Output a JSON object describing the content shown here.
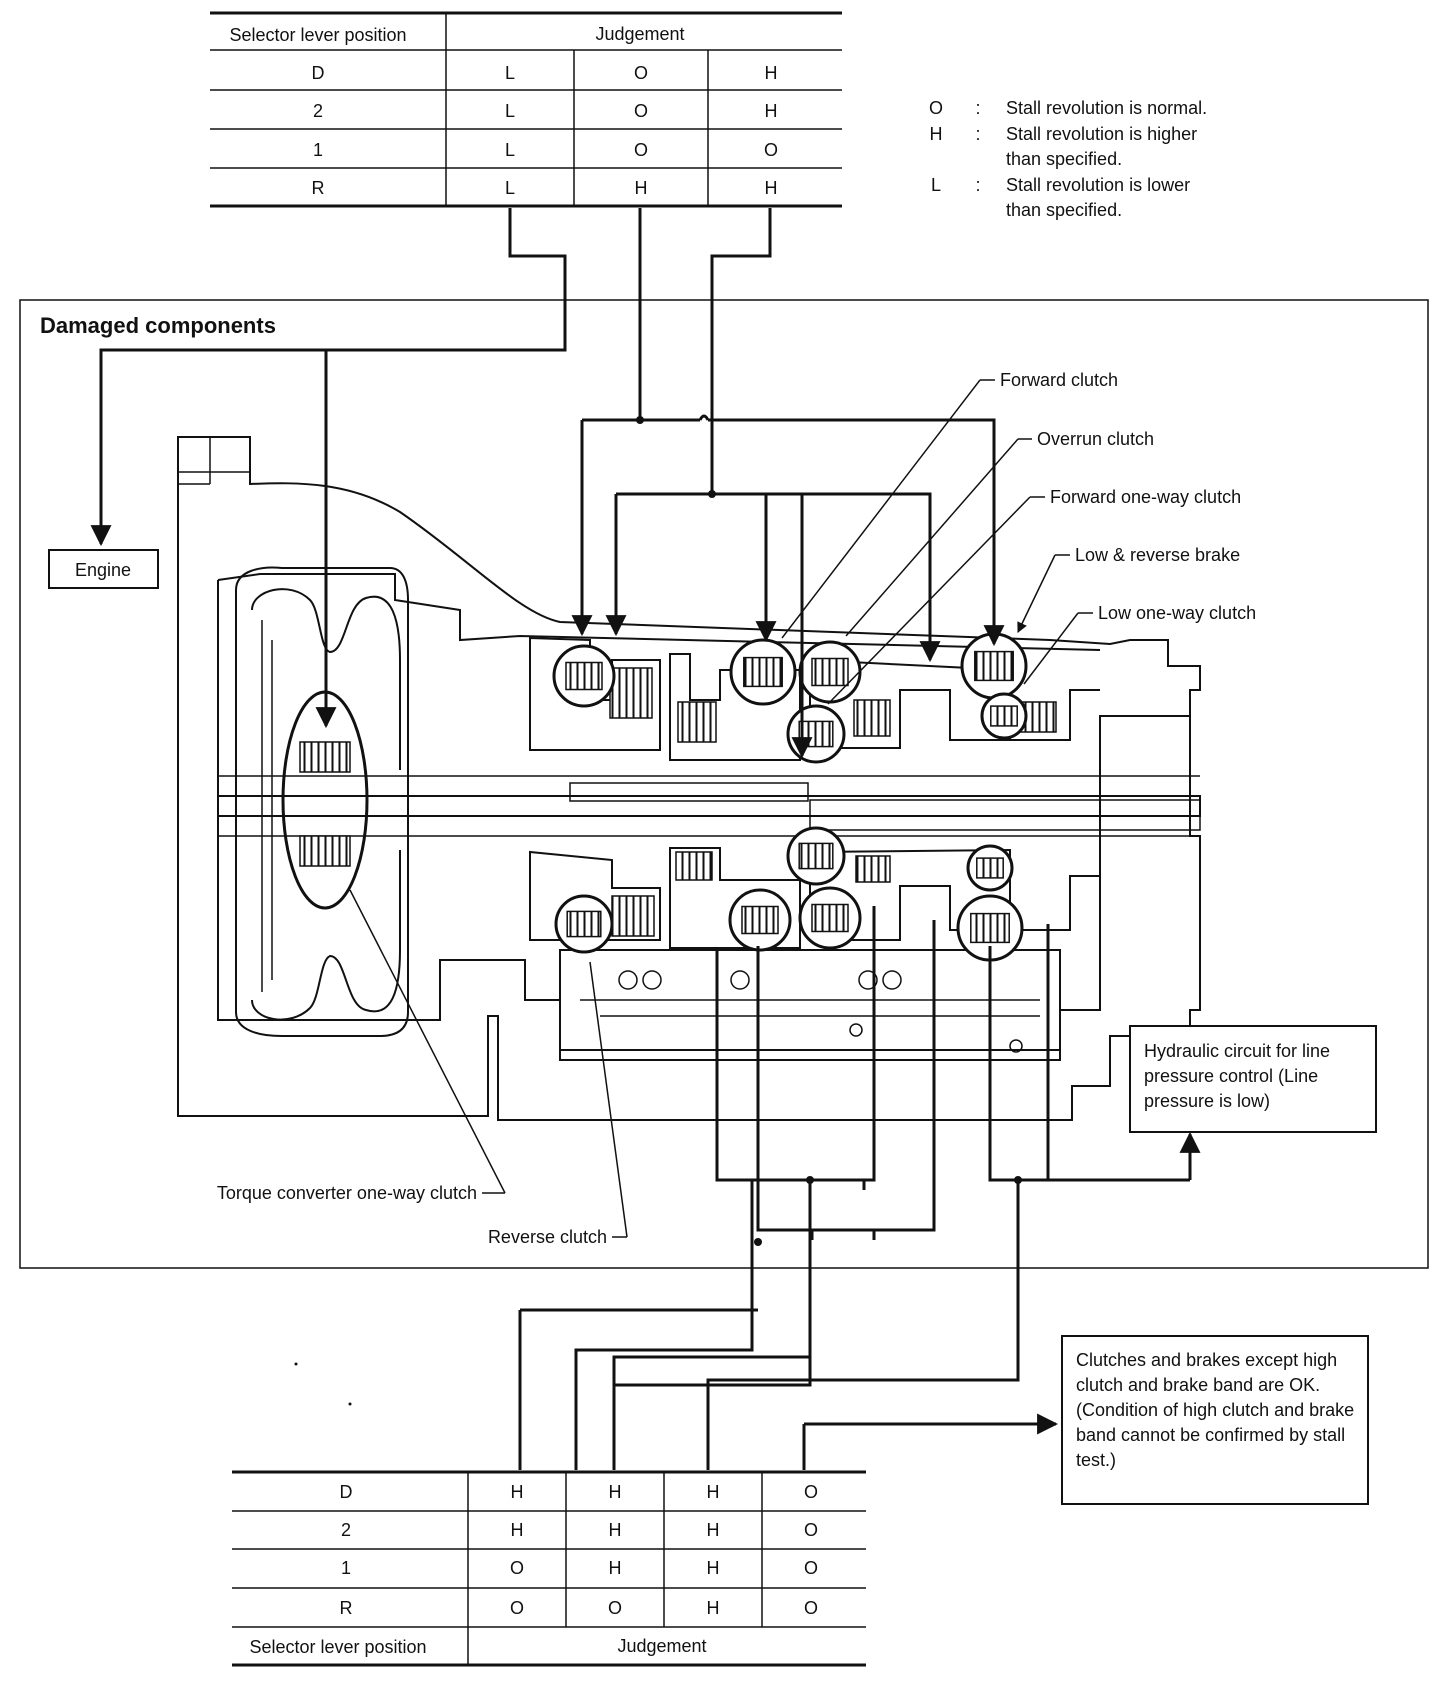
{
  "top_table": {
    "header_col": "Selector lever position",
    "header_judgement": "Judgement",
    "rows": [
      {
        "pos": "D",
        "v": [
          "L",
          "O",
          "H"
        ]
      },
      {
        "pos": "2",
        "v": [
          "L",
          "O",
          "H"
        ]
      },
      {
        "pos": "1",
        "v": [
          "L",
          "O",
          "O"
        ]
      },
      {
        "pos": "R",
        "v": [
          "L",
          "H",
          "H"
        ]
      }
    ]
  },
  "legend": [
    {
      "sym": "O",
      "sep": ":",
      "text": "Stall revolution is normal.",
      "text2": ""
    },
    {
      "sym": "H",
      "sep": ":",
      "text": "Stall revolution is higher",
      "text2": "than specified."
    },
    {
      "sym": "L",
      "sep": ":",
      "text": "Stall revolution is lower",
      "text2": "than specified."
    }
  ],
  "panel_title": "Damaged components",
  "engine_label": "Engine",
  "labels": {
    "forward_clutch": "Forward clutch",
    "overrun_clutch": "Overrun clutch",
    "forward_one_way_clutch": "Forward one-way clutch",
    "low_reverse_brake": "Low & reverse brake",
    "low_one_way_clutch": "Low one-way clutch",
    "torque_converter": "Torque converter one-way clutch",
    "reverse_clutch": "Reverse clutch"
  },
  "hydraulic_box": "Hydraulic circuit for line pressure control (Line pressure is low)",
  "result_box": "Clutches and brakes except high clutch and brake band are OK. (Condition of high clutch and brake band cannot be confirmed by stall test.)",
  "bottom_table": {
    "footer_col": "Selector lever position",
    "footer_judgement": "Judgement",
    "rows": [
      {
        "pos": "D",
        "v": [
          "H",
          "H",
          "H",
          "O"
        ]
      },
      {
        "pos": "2",
        "v": [
          "H",
          "H",
          "H",
          "O"
        ]
      },
      {
        "pos": "1",
        "v": [
          "O",
          "H",
          "H",
          "O"
        ]
      },
      {
        "pos": "R",
        "v": [
          "O",
          "O",
          "H",
          "O"
        ]
      }
    ]
  }
}
